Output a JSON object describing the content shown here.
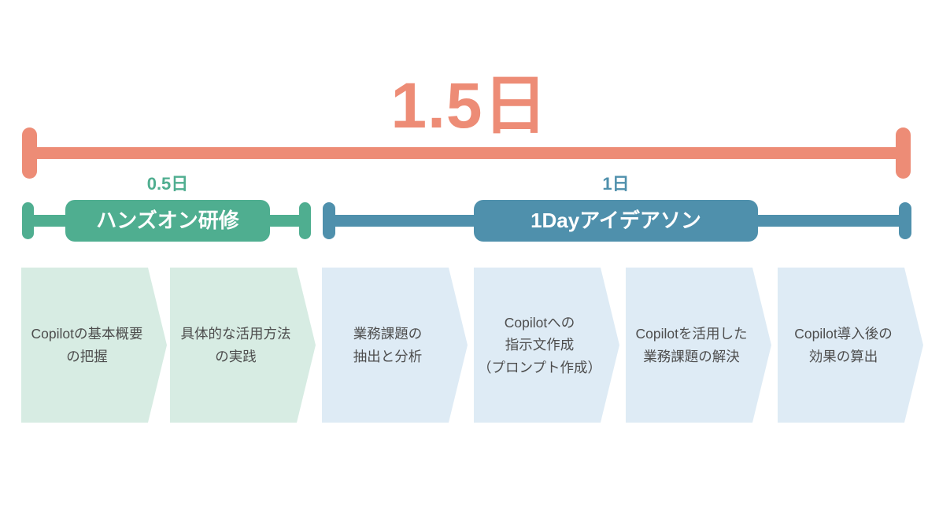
{
  "diagram": {
    "title": "1.5日",
    "phases": [
      {
        "duration_label": "0.5日",
        "name": "ハンズオン研修",
        "color": "#4FAE90"
      },
      {
        "duration_label": "1日",
        "name": "1Dayアイデアソン",
        "color": "#4F90AC"
      }
    ],
    "steps": [
      {
        "group": "hands-on",
        "lines": [
          "Copilotの基本概要",
          "の把握"
        ]
      },
      {
        "group": "hands-on",
        "lines": [
          "具体的な活用方法",
          "の実践"
        ]
      },
      {
        "group": "ideathon",
        "lines": [
          "業務課題の",
          "抽出と分析"
        ]
      },
      {
        "group": "ideathon",
        "lines": [
          "Copilotへの",
          "指示文作成",
          "（プロンプト作成）"
        ]
      },
      {
        "group": "ideathon",
        "lines": [
          "Copilotを活用した",
          "業務課題の解決"
        ]
      },
      {
        "group": "ideathon",
        "lines": [
          "Copilot導入後の",
          "効果の算出"
        ]
      }
    ],
    "colors": {
      "total": "#ED8C76",
      "phase1": "#4FAE90",
      "phase2": "#4F90AC",
      "step_green": "#D7ECE3",
      "step_blue": "#DEEBF5",
      "step_text": "#4D4D4D"
    }
  }
}
